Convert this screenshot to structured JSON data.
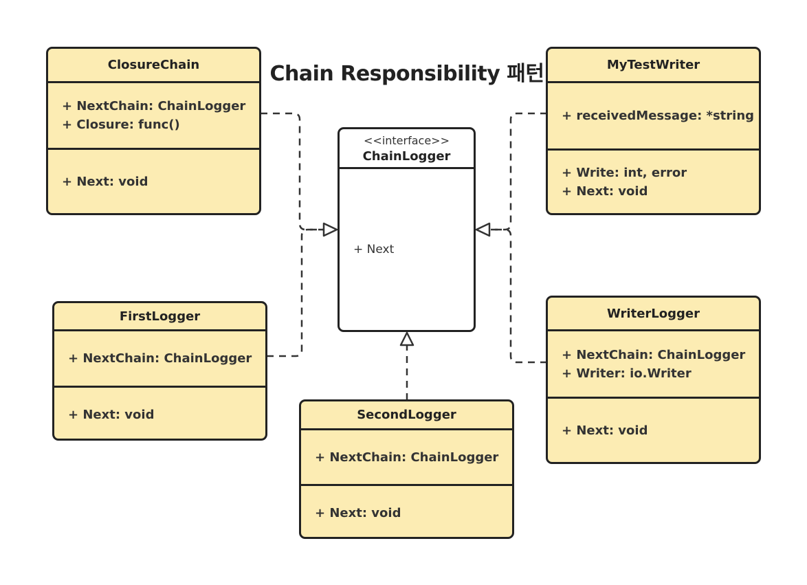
{
  "title": "Chain Responsibility 패턴",
  "colors": {
    "class_fill": "#fcecb3",
    "interface_fill": "#ffffff",
    "stroke": "#222222"
  },
  "interface": {
    "stereotype": "<<interface>>",
    "name": "ChainLogger",
    "operations": [
      "+ Next"
    ]
  },
  "classes": {
    "closure_chain": {
      "name": "ClosureChain",
      "attributes": [
        "+ NextChain: ChainLogger",
        "+ Closure: func()"
      ],
      "methods": [
        "+ Next: void"
      ]
    },
    "first_logger": {
      "name": "FirstLogger",
      "attributes": [
        "+ NextChain: ChainLogger"
      ],
      "methods": [
        "+ Next: void"
      ]
    },
    "second_logger": {
      "name": "SecondLogger",
      "attributes": [
        "+ NextChain: ChainLogger"
      ],
      "methods": [
        "+ Next: void"
      ]
    },
    "my_test_writer": {
      "name": "MyTestWriter",
      "attributes": [
        "+ receivedMessage: *string"
      ],
      "methods": [
        "+ Write: int, error",
        "+ Next: void"
      ]
    },
    "writer_logger": {
      "name": "WriterLogger",
      "attributes": [
        "+ NextChain: ChainLogger",
        "+ Writer: io.Writer"
      ],
      "methods": [
        "+ Next: void"
      ]
    }
  },
  "relations": [
    {
      "from": "ClosureChain",
      "to": "ChainLogger",
      "type": "realization"
    },
    {
      "from": "FirstLogger",
      "to": "ChainLogger",
      "type": "realization"
    },
    {
      "from": "SecondLogger",
      "to": "ChainLogger",
      "type": "realization"
    },
    {
      "from": "MyTestWriter",
      "to": "ChainLogger",
      "type": "realization"
    },
    {
      "from": "WriterLogger",
      "to": "ChainLogger",
      "type": "realization"
    }
  ]
}
